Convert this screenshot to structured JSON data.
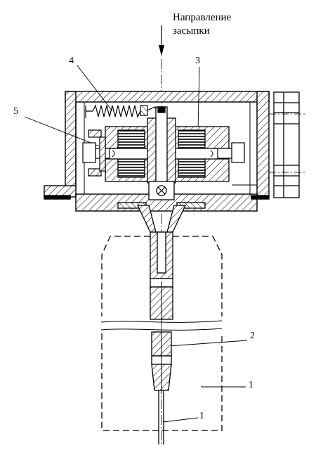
{
  "header": {
    "direction_line1": "Направление",
    "direction_line2": "засыпки"
  },
  "labels": {
    "l5": "5",
    "l4": "4",
    "l3": "3",
    "l2": "2",
    "l1_right": "1",
    "l1_bottom": "1"
  },
  "colors": {
    "ink": "#000000",
    "paper": "#ffffff"
  }
}
